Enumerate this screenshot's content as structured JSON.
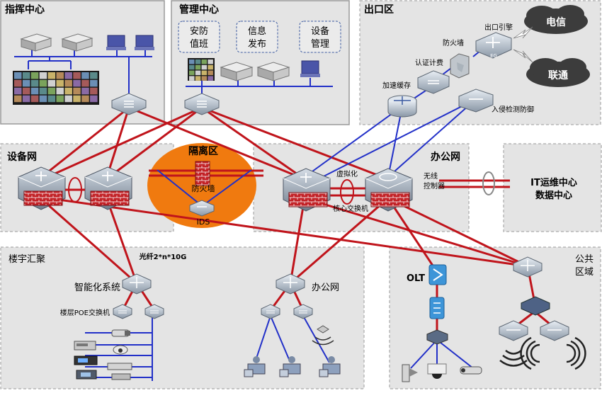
{
  "zones": {
    "command": "指挥中心",
    "management": "管理中心",
    "exit": "出口区",
    "device_net": "设备网",
    "isolation": "隔离区",
    "office_net_top": "办公网",
    "building": "楼宇汇聚",
    "public_line1": "公共",
    "public_line2": "区域"
  },
  "mgmt_buttons": [
    {
      "line1": "安防",
      "line2": "值班"
    },
    {
      "line1": "信息",
      "line2": "发布"
    },
    {
      "line1": "设备",
      "line2": "管理"
    }
  ],
  "exit_labels": {
    "egress_engine": "出口引擎",
    "eg": "EG",
    "firewall": "防火墙",
    "auth_billing": "认证计费",
    "accel_cache": "加速缓存",
    "ids_ips": "入侵检测防御",
    "telecom": "电信",
    "unicom": "联通"
  },
  "isolation_labels": {
    "firewall": "防火墙",
    "ids": "IDS"
  },
  "office_labels": {
    "virtualization": "虚拟化",
    "core_switch": "核心交换机",
    "wireless_line1": "无线",
    "wireless_line2": "控制器"
  },
  "it_center": {
    "line1": "IT运维中心",
    "line2": "数据中心"
  },
  "building_labels": {
    "fiber": "光纤2*n*10G",
    "intelligent": "智能化系统",
    "poe": "楼层POE交换机",
    "office": "办公网"
  },
  "public_labels": {
    "olt": "OLT"
  },
  "colors": {
    "red_link": "#c0141b",
    "blue_link": "#2230c8",
    "zone_fill": "#e4e4e4",
    "zone_border": "#9a9a9a",
    "isolation": "#f07a0f",
    "cloud": "#3c3c3c"
  }
}
